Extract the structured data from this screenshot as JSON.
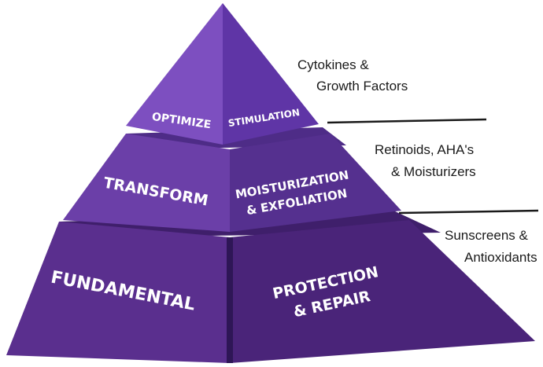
{
  "tiers": [
    {
      "left_label": "OPTIMIZE",
      "right_label_lines": [
        "STIMULATION"
      ],
      "note_lines": [
        "Cytokines &",
        "Growth Factors"
      ]
    },
    {
      "left_label": "TRANSFORM",
      "right_label_lines": [
        "MOISTURIZATION",
        "& EXFOLIATION"
      ],
      "note_lines": [
        "Retinoids, AHA's",
        "& Moisturizers"
      ]
    },
    {
      "left_label": "FUNDAMENTAL",
      "right_label_lines": [
        "PROTECTION",
        "& REPAIR"
      ],
      "note_lines": [
        "Sunscreens &",
        "Antioxidants"
      ]
    }
  ],
  "colors": {
    "top_left": "#7d4fc0",
    "top_right": "#5f35a6",
    "top_bottom": "#6c41b3",
    "mid_left": "#6b3fa8",
    "mid_right": "#55308f",
    "mid_top": "#4e2c87",
    "bot_left": "#5a2f8e",
    "bot_right": "#4a2479",
    "bot_top": "#3f1f6b",
    "bot_edge": "#2e1656",
    "divider": "#1a1a1a"
  }
}
